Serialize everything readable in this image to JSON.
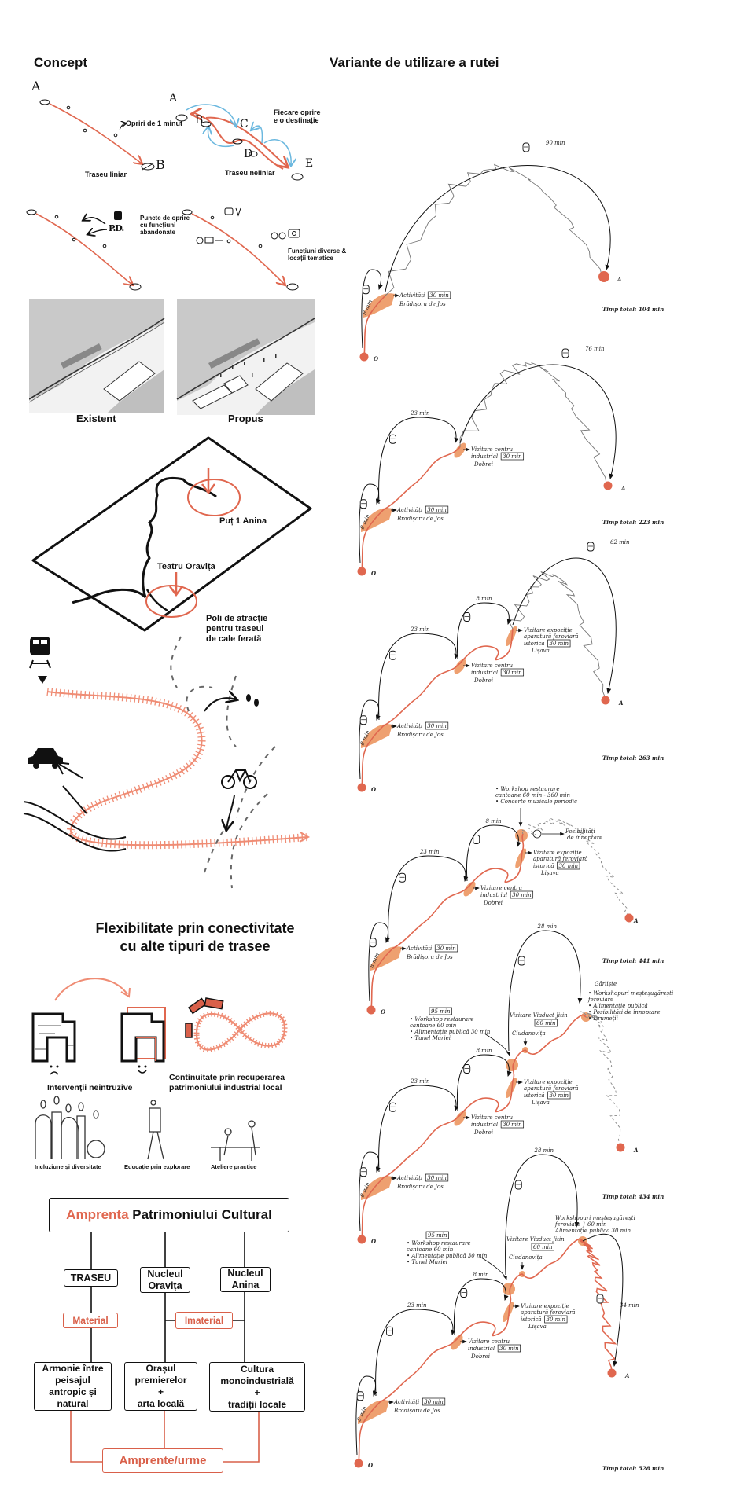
{
  "concept": {
    "title": "Concept",
    "linear": {
      "label": "Traseu liniar",
      "stops_note": "Opriri de 1 minut",
      "start": "A",
      "end": "B"
    },
    "nonlinear": {
      "label": "Traseu neliniar",
      "note_1": "Fiecare oprire",
      "note_2": "e o destinație",
      "letters": [
        "A",
        "B",
        "C",
        "D",
        "E"
      ]
    },
    "abandoned": {
      "note_1": "Puncte de oprire",
      "note_2": "cu funcțiuni",
      "note_3": "abandonate",
      "code": "P.D."
    },
    "thematic": {
      "note_1": "Funcțiuni diverse &",
      "note_2": "locații tematice"
    },
    "existing_label": "Existent",
    "proposed_label": "Propus",
    "map": {
      "pole_1": "Puț 1 Anina",
      "pole_2": "Teatru Oravița",
      "caption_1": "Poli de atracție",
      "caption_2": "pentru traseul",
      "caption_3": "de cale ferată"
    },
    "flex_title_1": "Flexibilitate prin conectivitate",
    "flex_title_2": "cu alte tipuri de trasee",
    "interventions_label": "Intervenții neintruzive",
    "continuity_1": "Continuitate prin recuperarea",
    "continuity_2": "patrimoniului industrial local",
    "inclusion_label": "Incluziune și diversitate",
    "education_label": "Educație prin explorare",
    "workshops_label": "Ateliere practice"
  },
  "diagram": {
    "top_accent": "Amprenta",
    "top_rest": "Patrimoniului Cultural",
    "traseu": "TRASEU",
    "oravita_1": "Nucleul",
    "oravita_2": "Oravița",
    "anina_1": "Nucleul",
    "anina_2": "Anina",
    "material": "Material",
    "imaterial": "Imaterial",
    "b1": [
      "Armonie între",
      "peisajul",
      "antropic și",
      "natural"
    ],
    "b2": [
      "Orașul",
      "premierelor",
      "+",
      "arta locală"
    ],
    "b3": [
      "Cultura",
      "monoindustrială",
      "+",
      "tradiții locale"
    ],
    "bottom": "Amprente/urme"
  },
  "colors": {
    "accent": "#e0674f",
    "highlight": "#eea070",
    "grey": "#777777"
  },
  "variants_title": "Variante de utilizare a rutei",
  "origin_label": "O",
  "dest_label": "A",
  "stop_labels": {
    "B": {
      "l1": "Activități",
      "box": "30 min",
      "l2": "Brădișoru de Jos"
    },
    "D": {
      "l1": "Vizitare centru",
      "l2": "industrial",
      "box": "30 min",
      "l3": "Dobrei"
    },
    "L": {
      "l1": "Vizitare expoziție",
      "l2": "aparatură feroviară",
      "l3": "istorică",
      "box": "30 min",
      "l4": "Lișava"
    }
  },
  "leg_times": {
    "OB": "8 min",
    "BD": "23 min",
    "DL": "8 min",
    "LG": "28 min"
  },
  "variants": [
    {
      "total": "Timp total: 104 min",
      "last": "B",
      "final_time": "90 min"
    },
    {
      "total": "Timp total: 223 min",
      "last": "D",
      "final_time": "76 min"
    },
    {
      "total": "Timp total: 263 min",
      "last": "L",
      "final_time": "62 min"
    },
    {
      "total": "Timp total: 441 min",
      "last": "W",
      "final_time": "",
      "notes": [
        "• Workshop restaurare",
        "cantoane 60 min - 360 min",
        "• Concerte muzicale periodic"
      ],
      "overnight": [
        "Posibilități",
        "de înnoptare"
      ]
    },
    {
      "total": "Timp total: 434 min",
      "last": "G",
      "final_time": "",
      "notes": [
        "95 min",
        "• Workshop restaurare",
        "cantoane 60 min",
        "• Alimentație publică 30 min",
        "• Tunel Mariei"
      ],
      "viaduct": [
        "Vizitare Viaduct Jitin",
        "60 min",
        "Ciudanovița"
      ],
      "garliste": [
        "Gârliște",
        "• Workshopuri meșteșugărești",
        "feroviare",
        "• Alimentație publică",
        "• Posibilități de înnoptare",
        "• Drumeții"
      ]
    },
    {
      "total": "Timp total: 528 min",
      "last": "G",
      "final_time": "34 min",
      "notes": [
        "95 min",
        "• Workshop restaurare",
        "cantoane 60 min",
        "• Alimentație publică 30 min",
        "• Tunel Mariei"
      ],
      "viaduct": [
        "Vizitare Viaduct Jitin",
        "60 min",
        "Ciudanovița"
      ],
      "garliste": [
        "Workshopuri meșteșugărești",
        "feroviare } 60 min",
        "Alimentație publică 30 min"
      ]
    }
  ]
}
